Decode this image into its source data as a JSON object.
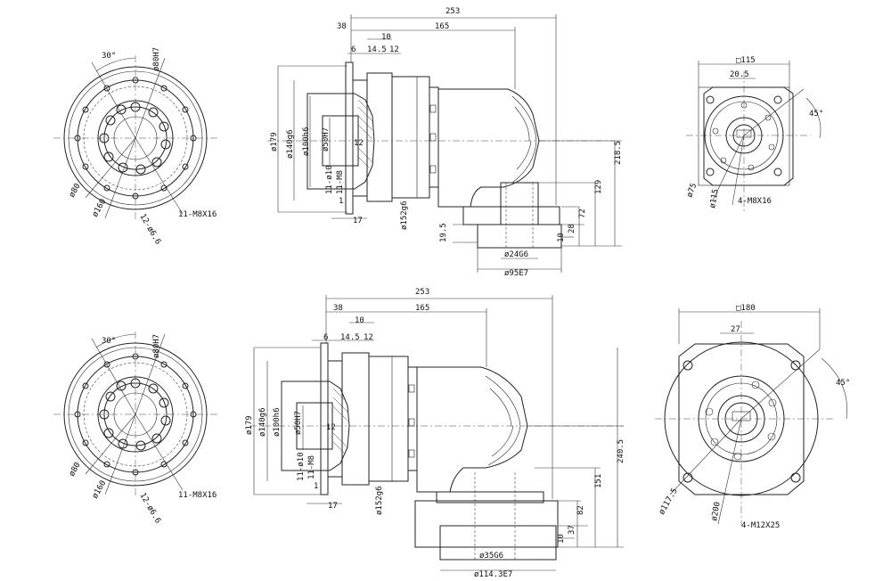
{
  "top": {
    "flange": {
      "angle": "30°",
      "pcd_thread": "ø80H7",
      "d1": "ø80",
      "d2": "ø160",
      "holes": "12-ø6.6",
      "thread": "11-M8X16"
    },
    "side": {
      "overall": "253",
      "d38": "38",
      "d165": "165",
      "d10": "10",
      "d6": "6",
      "d14_5": "14.5",
      "d12": "12",
      "d179": "ø179",
      "d140": "ø140g6",
      "d100": "ø100h6",
      "d50": "ø50H7",
      "d12b": "12",
      "m10": "11-ø10",
      "m8": "11-M8",
      "d1": "1",
      "d17": "17",
      "d152": "ø152g6",
      "h218": "218.5",
      "h129": "129",
      "h72": "72",
      "h28": "28",
      "h10": "10",
      "h19": "19.5",
      "d24": "ø24G6",
      "d95": "ø95E7"
    },
    "square": {
      "size": "□115",
      "key": "20.5",
      "angle": "45°",
      "d75": "ø75",
      "d115": "ø115",
      "thread": "4-M8X16"
    }
  },
  "bottom": {
    "flange": {
      "angle": "30°",
      "pcd_thread": "ø80H7",
      "d1": "ø80",
      "d2": "ø160",
      "holes": "12-ø6.6",
      "thread": "11-M8X16"
    },
    "side": {
      "overall": "253",
      "d38": "38",
      "d165": "165",
      "d10": "10",
      "d6": "6",
      "d14_5": "14.5",
      "d12": "12",
      "d179": "ø179",
      "d140": "ø140g6",
      "d100": "ø100h6",
      "d50": "ø50H7",
      "d12b": "12",
      "m10": "11-ø10",
      "m8": "11-M8",
      "d1": "1",
      "d17": "17",
      "d152": "ø152g6",
      "h240": "240.5",
      "h151": "151",
      "h82": "82",
      "h37": "37",
      "h10": "10",
      "d35": "ø35G6",
      "d114": "ø114.3E7"
    },
    "square": {
      "size": "□180",
      "key": "27",
      "angle": "45°",
      "d117": "ø117.5",
      "d200": "ø200",
      "thread": "4-M12X25"
    }
  }
}
